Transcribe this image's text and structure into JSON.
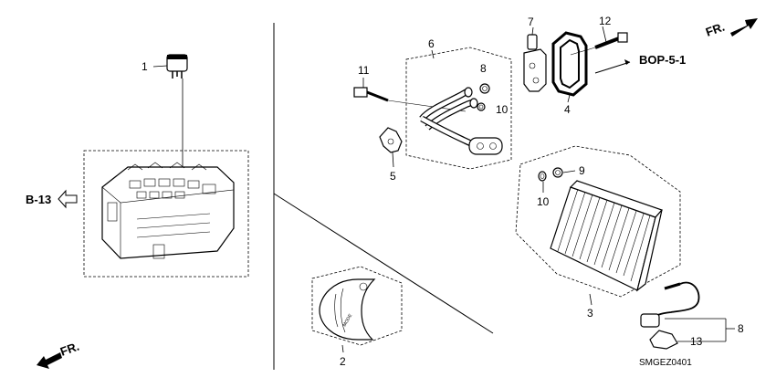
{
  "callouts": [
    "1",
    "2",
    "3",
    "4",
    "5",
    "6",
    "7",
    "8",
    "9",
    "9",
    "10",
    "10",
    "11",
    "12",
    "13"
  ],
  "refs": {
    "b13": "B-13",
    "bop": "BOP-5-1",
    "fr_top": "FR.",
    "fr_bottom": "FR."
  },
  "diagram_code": "SMGEZ0401",
  "knob_text": "MODE"
}
